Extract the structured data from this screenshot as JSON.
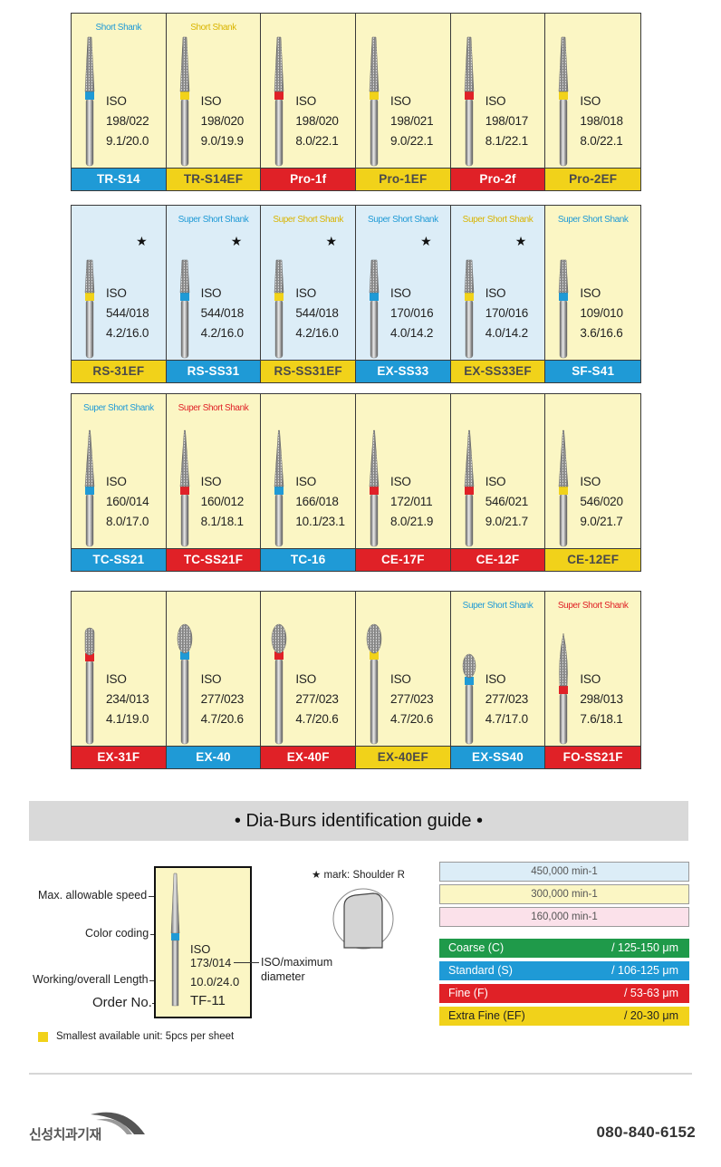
{
  "colors": {
    "blue": "#1f9ad6",
    "yellow": "#f1d21a",
    "red": "#e02127",
    "green": "#1f9a4a",
    "bg_yellow": "#fbf6c4",
    "bg_blue": "#dcedf7",
    "bg_pink": "#fbe1ea"
  },
  "grids": [
    {
      "cells": [
        {
          "shank": "Short Shank",
          "shank_color": "#1f9ad6",
          "iso": "ISO",
          "size": "198/022",
          "len": "9.1/20.0",
          "label": "TR-S14",
          "label_color": "#1f9ad6",
          "band": "#1f9ad6",
          "shape": "taper",
          "bg": "#fbf6c4"
        },
        {
          "shank": "Short Shank",
          "shank_color": "#d9b400",
          "iso": "ISO",
          "size": "198/020",
          "len": "9.0/19.9",
          "label": "TR-S14EF",
          "label_color": "#f1d21a",
          "band": "#f1d21a",
          "shape": "taper",
          "bg": "#fbf6c4"
        },
        {
          "shank": "",
          "iso": "ISO",
          "size": "198/020",
          "len": "8.0/22.1",
          "label": "Pro-1f",
          "label_color": "#e02127",
          "band": "#e02127",
          "shape": "taper",
          "bg": "#fbf6c4"
        },
        {
          "shank": "",
          "iso": "ISO",
          "size": "198/021",
          "len": "9.0/22.1",
          "label": "Pro-1EF",
          "label_color": "#f1d21a",
          "band": "#f1d21a",
          "shape": "taper",
          "bg": "#fbf6c4"
        },
        {
          "shank": "",
          "iso": "ISO",
          "size": "198/017",
          "len": "8.1/22.1",
          "label": "Pro-2f",
          "label_color": "#e02127",
          "band": "#e02127",
          "shape": "taper",
          "bg": "#fbf6c4"
        },
        {
          "shank": "",
          "iso": "ISO",
          "size": "198/018",
          "len": "8.0/22.1",
          "label": "Pro-2EF",
          "label_color": "#f1d21a",
          "band": "#f1d21a",
          "shape": "taper",
          "bg": "#fbf6c4"
        }
      ]
    },
    {
      "cells": [
        {
          "shank": "",
          "star": "★",
          "iso": "ISO",
          "size": "544/018",
          "len": "4.2/16.0",
          "label": "RS-31EF",
          "label_color": "#f1d21a",
          "band": "#f1d21a",
          "shape": "short",
          "bg": "#dcedf7"
        },
        {
          "shank": "Super Short Shank",
          "shank_color": "#1f9ad6",
          "star": "★",
          "iso": "ISO",
          "size": "544/018",
          "len": "4.2/16.0",
          "label": "RS-SS31",
          "label_color": "#1f9ad6",
          "band": "#1f9ad6",
          "shape": "short",
          "bg": "#dcedf7"
        },
        {
          "shank": "Super Short Shank",
          "shank_color": "#d9b400",
          "star": "★",
          "iso": "ISO",
          "size": "544/018",
          "len": "4.2/16.0",
          "label": "RS-SS31EF",
          "label_color": "#f1d21a",
          "band": "#f1d21a",
          "shape": "short",
          "bg": "#dcedf7"
        },
        {
          "shank": "Super Short Shank",
          "shank_color": "#1f9ad6",
          "star": "★",
          "iso": "ISO",
          "size": "170/016",
          "len": "4.0/14.2",
          "label": "EX-SS33",
          "label_color": "#1f9ad6",
          "band": "#1f9ad6",
          "shape": "short",
          "bg": "#dcedf7"
        },
        {
          "shank": "Super Short Shank",
          "shank_color": "#d9b400",
          "star": "★",
          "iso": "ISO",
          "size": "170/016",
          "len": "4.0/14.2",
          "label": "EX-SS33EF",
          "label_color": "#f1d21a",
          "band": "#f1d21a",
          "shape": "short",
          "bg": "#dcedf7"
        },
        {
          "shank": "Super Short Shank",
          "shank_color": "#1f9ad6",
          "iso": "ISO",
          "size": "109/010",
          "len": "3.6/16.6",
          "label": "SF-S41",
          "label_color": "#1f9ad6",
          "band": "#1f9ad6",
          "shape": "short",
          "bg": "#fbf6c4"
        }
      ]
    },
    {
      "cells": [
        {
          "shank": "Super Short Shank",
          "shank_color": "#1f9ad6",
          "iso": "ISO",
          "size": "160/014",
          "len": "8.0/17.0",
          "label": "TC-SS21",
          "label_color": "#1f9ad6",
          "band": "#1f9ad6",
          "shape": "needle",
          "bg": "#fbf6c4"
        },
        {
          "shank": "Super Short Shank",
          "shank_color": "#e02127",
          "iso": "ISO",
          "size": "160/012",
          "len": "8.1/18.1",
          "label": "TC-SS21F",
          "label_color": "#e02127",
          "band": "#e02127",
          "shape": "needle",
          "bg": "#fbf6c4"
        },
        {
          "shank": "",
          "iso": "ISO",
          "size": "166/018",
          "len": "10.1/23.1",
          "label": "TC-16",
          "label_color": "#1f9ad6",
          "band": "#1f9ad6",
          "shape": "needle",
          "bg": "#fbf6c4"
        },
        {
          "shank": "",
          "iso": "ISO",
          "size": "172/011",
          "len": "8.0/21.9",
          "label": "CE-17F",
          "label_color": "#e02127",
          "band": "#e02127",
          "shape": "needle",
          "bg": "#fbf6c4"
        },
        {
          "shank": "",
          "iso": "ISO",
          "size": "546/021",
          "len": "9.0/21.7",
          "label": "CE-12F",
          "label_color": "#e02127",
          "band": "#e02127",
          "shape": "needle",
          "bg": "#fbf6c4"
        },
        {
          "shank": "",
          "iso": "ISO",
          "size": "546/020",
          "len": "9.0/21.7",
          "label": "CE-12EF",
          "label_color": "#f1d21a",
          "band": "#f1d21a",
          "shape": "needle",
          "bg": "#fbf6c4"
        }
      ]
    },
    {
      "cells": [
        {
          "shank": "",
          "iso": "ISO",
          "size": "234/013",
          "len": "4.1/19.0",
          "label": "EX-31F",
          "label_color": "#e02127",
          "band": "#e02127",
          "shape": "bullet",
          "bg": "#fbf6c4"
        },
        {
          "shank": "",
          "iso": "ISO",
          "size": "277/023",
          "len": "4.7/20.6",
          "label": "EX-40",
          "label_color": "#1f9ad6",
          "band": "#1f9ad6",
          "shape": "egg",
          "bg": "#fbf6c4"
        },
        {
          "shank": "",
          "iso": "ISO",
          "size": "277/023",
          "len": "4.7/20.6",
          "label": "EX-40F",
          "label_color": "#e02127",
          "band": "#e02127",
          "shape": "egg",
          "bg": "#fbf6c4"
        },
        {
          "shank": "",
          "iso": "ISO",
          "size": "277/023",
          "len": "4.7/20.6",
          "label": "EX-40EF",
          "label_color": "#f1d21a",
          "band": "#f1d21a",
          "shape": "egg",
          "bg": "#fbf6c4"
        },
        {
          "shank": "Super Short Shank",
          "shank_color": "#1f9ad6",
          "iso": "ISO",
          "size": "277/023",
          "len": "4.7/17.0",
          "label": "EX-SS40",
          "label_color": "#1f9ad6",
          "band": "#1f9ad6",
          "shape": "egg-small",
          "bg": "#fbf6c4"
        },
        {
          "shank": "Super Short Shank",
          "shank_color": "#e02127",
          "iso": "ISO",
          "size": "298/013",
          "len": "7.6/18.1",
          "label": "FO-SS21F",
          "label_color": "#e02127",
          "band": "#e02127",
          "shape": "flame",
          "bg": "#fbf6c4"
        }
      ]
    }
  ],
  "guide": {
    "title": "•  Dia-Burs identification guide  •",
    "max_speed": "Max. allowable speed",
    "color_coding": "Color coding",
    "working_length": "Working/overall Length",
    "order_no": "Order No.",
    "iso": "ISO",
    "iso_size": "173/014",
    "length_value": "10.0/24.0",
    "order_value": "TF-11",
    "iso_max_l1": "ISO/maximum",
    "iso_max_l2": "diameter",
    "star_mark": "★ mark: Shoulder R",
    "smallest_unit": "Smallest available unit: 5pcs per sheet",
    "speeds": [
      {
        "text": "450,000 min-1",
        "bg": "#dcedf7"
      },
      {
        "text": "300,000 min-1",
        "bg": "#fbf6c4"
      },
      {
        "text": "160,000 min-1",
        "bg": "#fbe1ea"
      }
    ],
    "grits": [
      {
        "name": "Coarse (C)",
        "range": "/ 125-150 μm",
        "bg": "#1f9a4a",
        "fg": "#ffffff"
      },
      {
        "name": "Standard (S)",
        "range": "/ 106-125 μm",
        "bg": "#1f9ad6",
        "fg": "#ffffff"
      },
      {
        "name": "Fine (F)",
        "range": "/ 53-63 μm",
        "bg": "#e02127",
        "fg": "#ffffff"
      },
      {
        "name": "Extra Fine (EF)",
        "range": "/ 20-30 μm",
        "bg": "#f1d21a",
        "fg": "#222222"
      }
    ]
  },
  "footer": {
    "company": "신성치과기재",
    "phone": "080-840-6152"
  }
}
